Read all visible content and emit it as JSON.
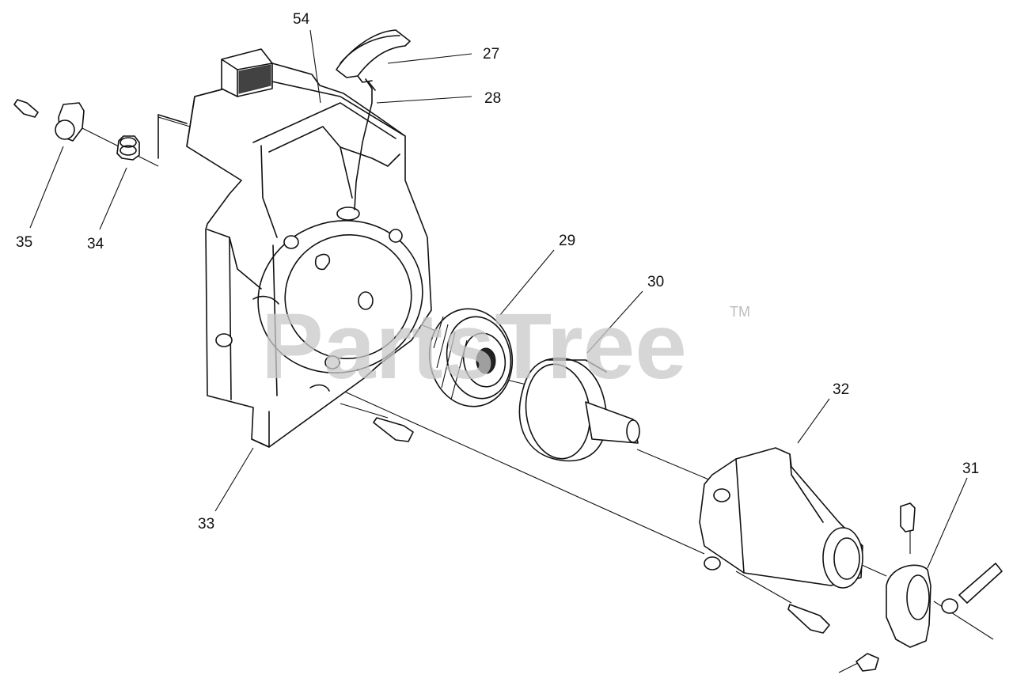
{
  "watermark": {
    "text": "PartsTree",
    "tm": "TM"
  },
  "callouts": [
    {
      "id": "c54",
      "label": "54"
    },
    {
      "id": "c27",
      "label": "27"
    },
    {
      "id": "c28",
      "label": "28"
    },
    {
      "id": "c35",
      "label": "35"
    },
    {
      "id": "c34",
      "label": "34"
    },
    {
      "id": "c29",
      "label": "29"
    },
    {
      "id": "c30",
      "label": "30"
    },
    {
      "id": "c32",
      "label": "32"
    },
    {
      "id": "c31",
      "label": "31"
    },
    {
      "id": "c33",
      "label": "33"
    }
  ]
}
